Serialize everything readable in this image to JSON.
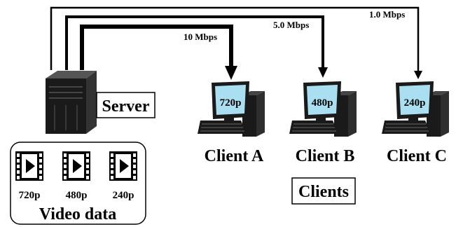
{
  "server": {
    "label": "Server"
  },
  "video_data": {
    "label": "Video data",
    "files": [
      {
        "label": "720p",
        "icon": "film-play-icon"
      },
      {
        "label": "480p",
        "icon": "film-play-icon"
      },
      {
        "label": "240p",
        "icon": "film-play-icon"
      }
    ]
  },
  "links": [
    {
      "rate": "10 Mbps"
    },
    {
      "rate": "5.0 Mbps"
    },
    {
      "rate": "1.0 Mbps"
    }
  ],
  "clients": {
    "group_label": "Clients",
    "items": [
      {
        "name": "Client A",
        "screen": "720p"
      },
      {
        "name": "Client B",
        "screen": "480p"
      },
      {
        "name": "Client C",
        "screen": "240p"
      }
    ]
  },
  "colors": {
    "screen": "#a9dff0",
    "ink": "#000000",
    "tower": "#1a1a1a"
  }
}
